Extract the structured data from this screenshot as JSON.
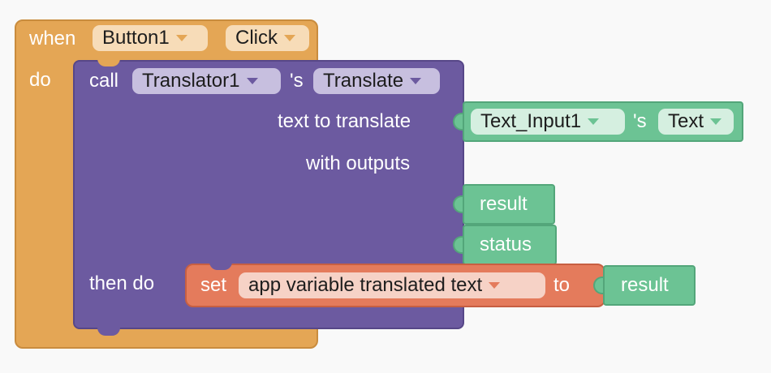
{
  "event": {
    "when_label": "when",
    "do_label": "do",
    "component": "Button1",
    "event_name": "Click"
  },
  "call": {
    "call_label": "call",
    "component": "Translator1",
    "possessive": "'s",
    "method": "Translate",
    "text_to_translate_label": "text to translate",
    "with_outputs_label": "with outputs",
    "then_do_label": "then do"
  },
  "text_getter": {
    "component": "Text_Input1",
    "possessive": "'s",
    "property": "Text"
  },
  "outputs": {
    "result": "result",
    "status": "status"
  },
  "set": {
    "set_label": "set",
    "variable": "app variable translated text",
    "to_label": "to",
    "value": "result"
  },
  "colors": {
    "event": "#e4a655",
    "method": "#6c5aa0",
    "component": "#6cc394",
    "variable": "#e47b5c"
  }
}
